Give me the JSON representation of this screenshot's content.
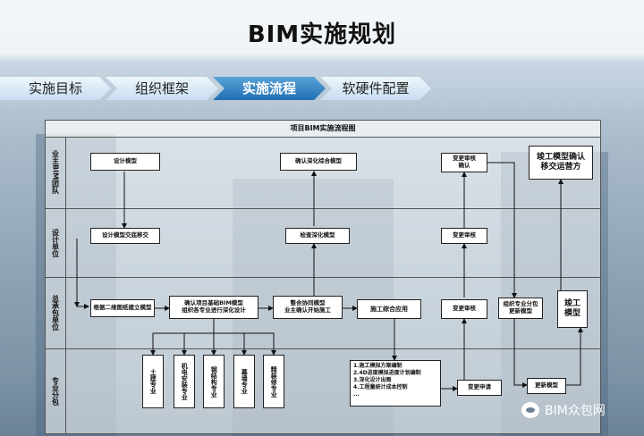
{
  "title": "BIM实施规划",
  "steps": [
    {
      "label": "实施目标",
      "active": false
    },
    {
      "label": "组织框架",
      "active": false
    },
    {
      "label": "实施流程",
      "active": true
    },
    {
      "label": "软硬件配置",
      "active": false
    }
  ],
  "diagram": {
    "title": "项目BIM实施流程图",
    "lanes": [
      "业主BIM团队",
      "设计单位",
      "总承包单位",
      "专业分包"
    ],
    "nodes": {
      "design_model": "设计模型",
      "confirm_deepen": "确认深化综合模型",
      "change_confirm": "变更审核\n确认",
      "final_model_submit": "竣工模型确认\n移交运营方",
      "design_model_deliver": "设计模型交底移交",
      "check_deepen": "检查深化模型",
      "change_review_design": "变更审核",
      "build_civil": "根据二维图纸建立模型",
      "confirm_bim": "确认项目基础BIM模型\n组织各专业进行深化设计",
      "integrate": "整合协同模型\n业主确认开始施工",
      "construct_app": "施工综合应用",
      "change_review_gc": "变更审核",
      "org_update": "组织专业分包\n更新模型",
      "final_model": "竣工\n模型",
      "sub_1": "土建专业",
      "sub_2": "机电安装专业",
      "sub_3": "钢结构专业",
      "sub_4": "幕墙专业",
      "sub_5": "精装修专业",
      "change_apply": "变更申请",
      "update_model": "更新模型"
    },
    "applications": [
      "1.施工模拟方案编制",
      "2.4D进度模拟进度计划编制",
      "3.深化设计出图",
      "4.工程量统计成本控制",
      "..."
    ]
  },
  "watermark": "BIM众包网"
}
